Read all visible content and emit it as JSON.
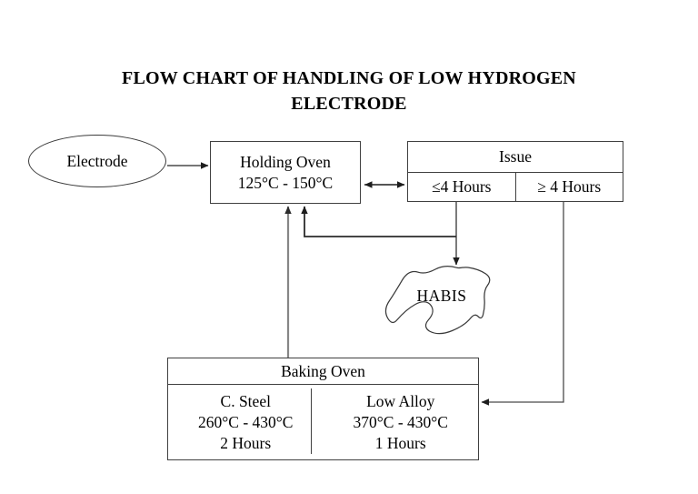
{
  "document": {
    "title_line1": "FLOW CHART OF HANDLING OF LOW HYDROGEN",
    "title_line2": "ELECTRODE",
    "background_color": "#ffffff",
    "line_color": "#404040",
    "text_color": "#000000"
  },
  "nodes": {
    "electrode": {
      "label": "Electrode",
      "shape": "ellipse"
    },
    "holding_oven": {
      "label": "Holding Oven",
      "temperature": "125°C - 150°C",
      "shape": "rectangle"
    },
    "issue": {
      "header": "Issue",
      "cells": [
        {
          "label": "≤4 Hours"
        },
        {
          "label": "≥ 4 Hours"
        }
      ],
      "shape": "table"
    },
    "habis": {
      "label": "HABIS",
      "shape": "blob"
    },
    "baking_oven": {
      "header": "Baking Oven",
      "columns": [
        {
          "material": "C. Steel",
          "temperature": "260°C - 430°C",
          "duration": "2 Hours"
        },
        {
          "material": "Low Alloy",
          "temperature": "370°C - 430°C",
          "duration": "1 Hours"
        }
      ],
      "shape": "table"
    }
  },
  "connectors": [
    {
      "name": "electrode-to-holding-oven",
      "from": "electrode",
      "to": "holding_oven",
      "arrowheads": "end"
    },
    {
      "name": "holding-oven-to-issue",
      "from": "holding_oven",
      "to": "issue",
      "arrowheads": "both"
    },
    {
      "name": "issue-le4-to-habis",
      "from": "issue.cells.0",
      "to": "habis",
      "arrowheads": "end"
    },
    {
      "name": "issue-le4-to-holding-oven",
      "from": "issue.cells.0",
      "to": "holding_oven",
      "arrowheads": "end"
    },
    {
      "name": "issue-ge4-to-baking-oven",
      "from": "issue.cells.1",
      "to": "baking_oven",
      "arrowheads": "end"
    },
    {
      "name": "baking-oven-to-holding-oven",
      "from": "baking_oven",
      "to": "holding_oven",
      "arrowheads": "end"
    }
  ]
}
